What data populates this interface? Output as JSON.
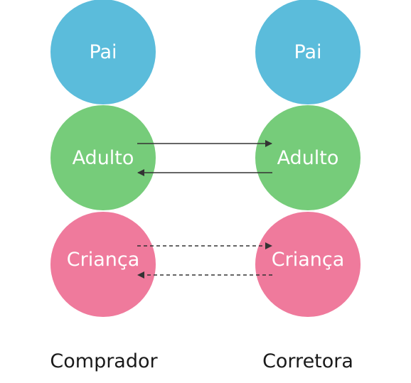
{
  "colors": {
    "pai": "#5bbcdb",
    "adulto": "#76cc7a",
    "crianca": "#ef7a9c",
    "arrow": "#333333",
    "label_on_circle": "#ffffff",
    "column_label": "#1a1a1a"
  },
  "columns": [
    {
      "label": "Comprador",
      "states": [
        {
          "label": "Pai",
          "color_key": "pai"
        },
        {
          "label": "Adulto",
          "color_key": "adulto"
        },
        {
          "label": "Criança",
          "color_key": "crianca"
        }
      ]
    },
    {
      "label": "Corretora",
      "states": [
        {
          "label": "Pai",
          "color_key": "pai"
        },
        {
          "label": "Adulto",
          "color_key": "adulto"
        },
        {
          "label": "Criança",
          "color_key": "crianca"
        }
      ]
    }
  ],
  "arrows": [
    {
      "name": "adulto-to-adulto-arrow",
      "from": "Comprador.Adulto",
      "to": "Corretora.Adulto",
      "style": "solid"
    },
    {
      "name": "adulto-back-arrow",
      "from": "Corretora.Adulto",
      "to": "Comprador.Adulto",
      "style": "solid"
    },
    {
      "name": "crianca-to-crianca-arrow",
      "from": "Comprador.Criança",
      "to": "Corretora.Criança",
      "style": "dashed"
    },
    {
      "name": "crianca-back-arrow",
      "from": "Corretora.Criança",
      "to": "Comprador.Criança",
      "style": "dashed"
    }
  ]
}
